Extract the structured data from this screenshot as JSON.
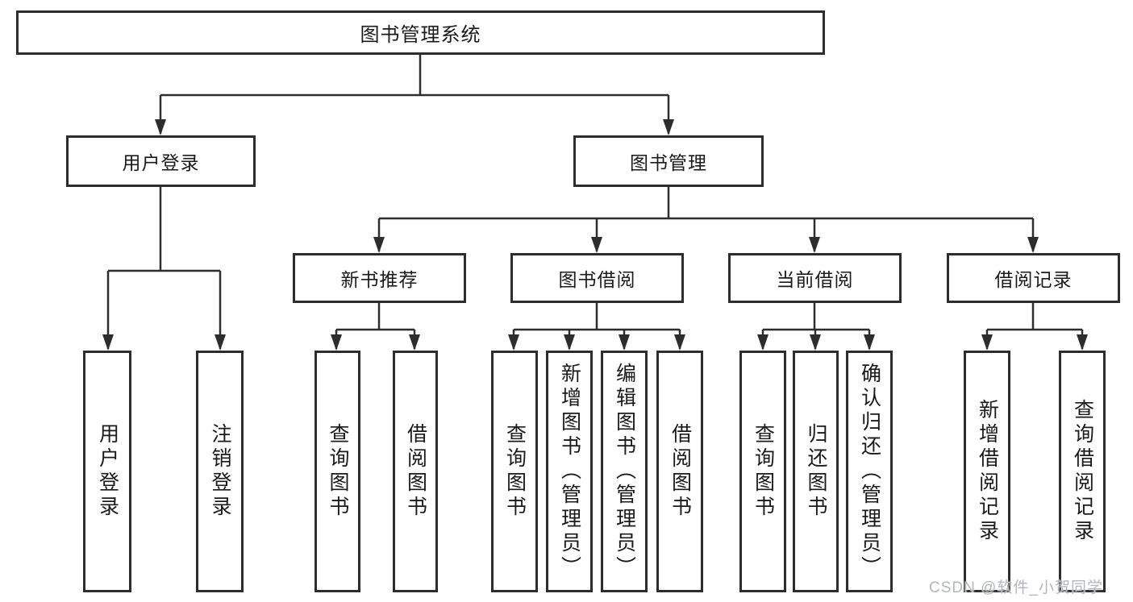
{
  "colors": {
    "line": "#2d2d2d",
    "text": "#1a1a1a",
    "box_bg": "#ffffff",
    "watermark": "#b3b6ba"
  },
  "watermark": "CSDN @软件_小贺同学",
  "nodes": {
    "root": {
      "label": "图书管理系统"
    },
    "user_login": {
      "label": "用户登录"
    },
    "book_mgmt": {
      "label": "图书管理"
    },
    "new_book_rec": {
      "label": "新书推荐"
    },
    "book_borrow": {
      "label": "图书借阅"
    },
    "current_borrow": {
      "label": "当前借阅"
    },
    "borrow_records": {
      "label": "借阅记录"
    },
    "ul_user_login": {
      "label": "用户登录"
    },
    "ul_logout": {
      "label": "注销登录"
    },
    "nbr_query_book": {
      "label": "查询图书"
    },
    "nbr_borrow_book": {
      "label": "借阅图书"
    },
    "bb_query_book": {
      "label": "查询图书"
    },
    "bb_add_book": {
      "label": "新增图书（管理员）"
    },
    "bb_edit_book": {
      "label": "编辑图书（管理员）"
    },
    "bb_borrow_book": {
      "label": "借阅图书"
    },
    "cb_query_book": {
      "label": "查询图书"
    },
    "cb_return_book": {
      "label": "归还图书"
    },
    "cb_confirm_return": {
      "label": "确认归还（管理员）"
    },
    "br_add_record": {
      "label": "新增借阅记录"
    },
    "br_query_record": {
      "label": "查询借阅记录"
    }
  },
  "hierarchy": {
    "图书管理系统": {
      "用户登录": [
        "用户登录",
        "注销登录"
      ],
      "图书管理": {
        "新书推荐": [
          "查询图书",
          "借阅图书"
        ],
        "图书借阅": [
          "查询图书",
          "新增图书（管理员）",
          "编辑图书（管理员）",
          "借阅图书"
        ],
        "当前借阅": [
          "查询图书",
          "归还图书",
          "确认归还（管理员）"
        ],
        "借阅记录": [
          "新增借阅记录",
          "查询借阅记录"
        ]
      }
    }
  }
}
